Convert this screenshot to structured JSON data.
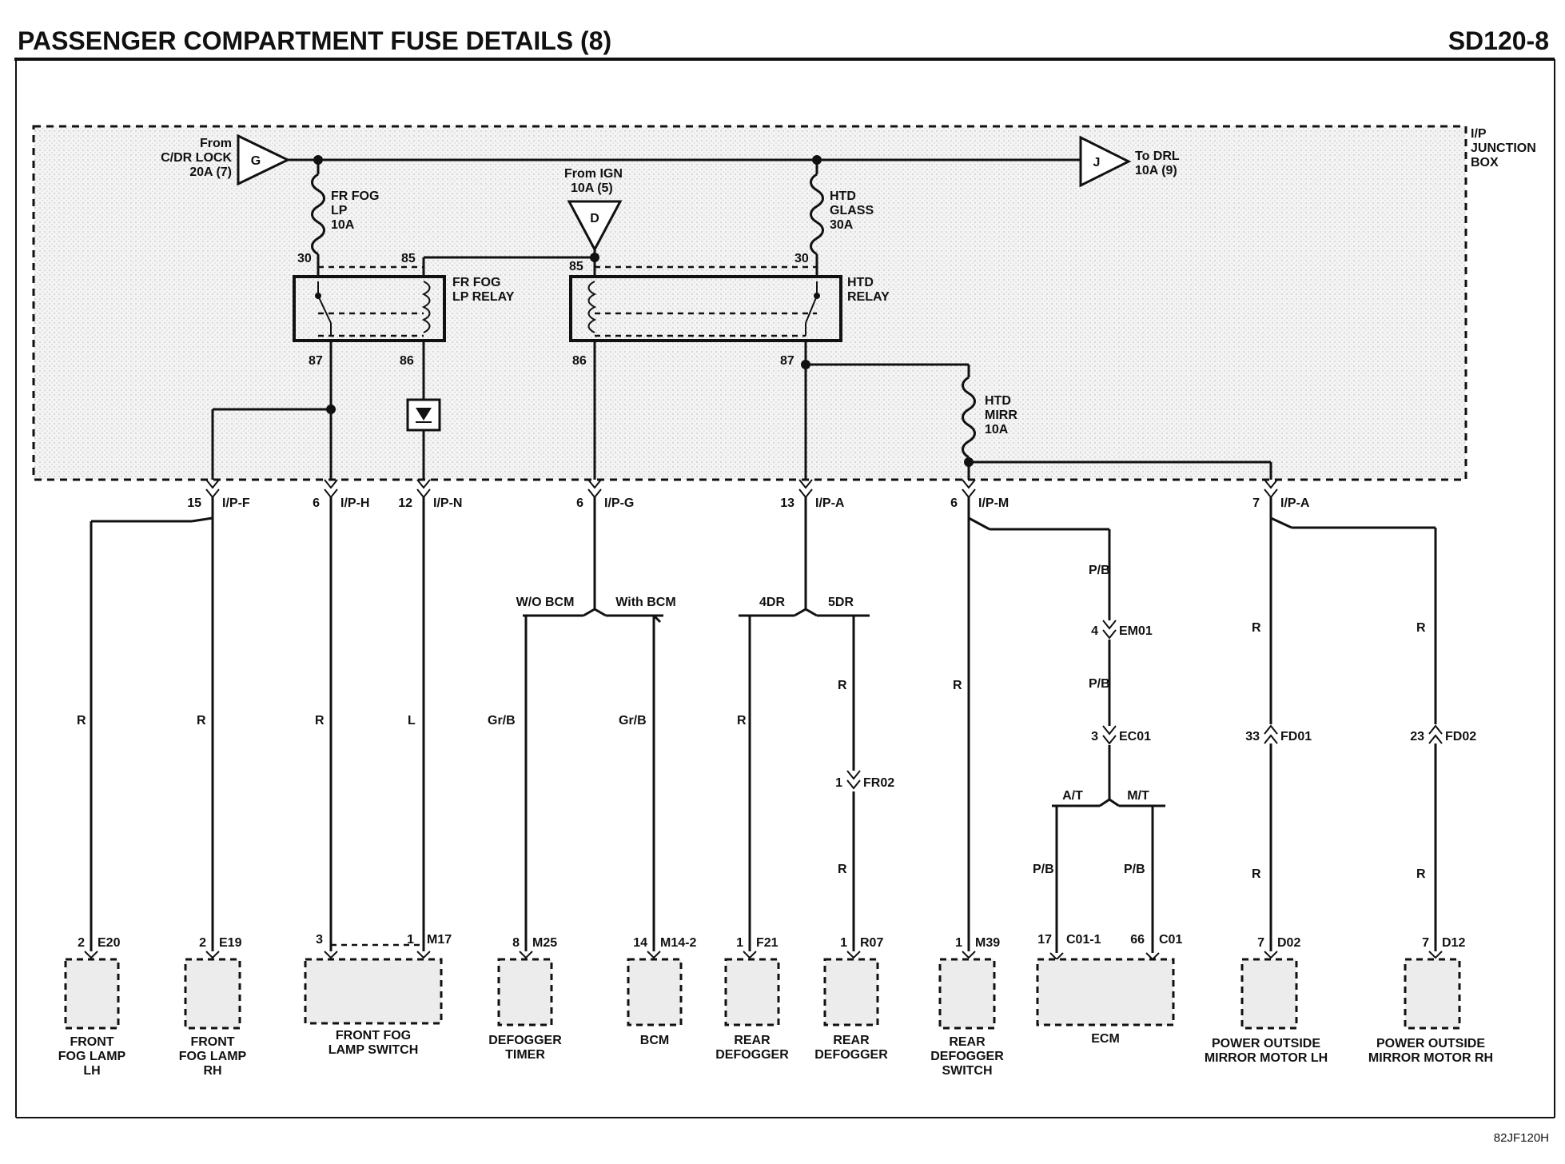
{
  "header": {
    "title": "PASSENGER COMPARTMENT FUSE DETAILS (8)",
    "page_code": "SD120-8"
  },
  "footer": {
    "code": "82JF120H"
  },
  "junction_box": {
    "label_l1": "I/P",
    "label_l2": "JUNCTION",
    "label_l3": "BOX"
  },
  "sources": {
    "g": {
      "letter": "G",
      "l1": "From",
      "l2": "C/DR LOCK",
      "l3": "20A (7)"
    },
    "j": {
      "letter": "J",
      "l1": "To DRL",
      "l2": "10A (9)"
    },
    "d": {
      "letter": "D",
      "l1": "From IGN",
      "l2": "10A (5)"
    }
  },
  "fuses": {
    "fr_fog": {
      "l1": "FR FOG",
      "l2": "LP",
      "l3": "10A"
    },
    "htd_glass": {
      "l1": "HTD",
      "l2": "GLASS",
      "l3": "30A"
    },
    "htd_mirr": {
      "l1": "HTD",
      "l2": "MIRR",
      "l3": "10A"
    }
  },
  "relays": {
    "fog": {
      "l1": "FR FOG",
      "l2": "LP RELAY",
      "p30": "30",
      "p85": "85",
      "p87": "87",
      "p86": "86"
    },
    "htd": {
      "l1": "HTD",
      "l2": "RELAY",
      "p85": "85",
      "p30": "30",
      "p86": "86",
      "p87": "87"
    }
  },
  "connectors": {
    "ipf": {
      "pin": "15",
      "name": "I/P-F"
    },
    "iph": {
      "pin": "6",
      "name": "I/P-H"
    },
    "ipn": {
      "pin": "12",
      "name": "I/P-N"
    },
    "ipg": {
      "pin": "6",
      "name": "I/P-G"
    },
    "ipa1": {
      "pin": "13",
      "name": "I/P-A"
    },
    "ipm": {
      "pin": "6",
      "name": "I/P-M"
    },
    "ipa2": {
      "pin": "7",
      "name": "I/P-A"
    },
    "em01": {
      "pin": "4",
      "name": "EM01"
    },
    "ec01": {
      "pin": "3",
      "name": "EC01"
    },
    "fr02": {
      "pin": "1",
      "name": "FR02"
    },
    "fd01": {
      "pin": "33",
      "name": "FD01"
    },
    "fd02": {
      "pin": "23",
      "name": "FD02"
    }
  },
  "splits": {
    "wo_bcm": "W/O BCM",
    "with_bcm": "With BCM",
    "dr4": "4DR",
    "dr5": "5DR",
    "at": "A/T",
    "mt": "M/T"
  },
  "wire_colors": {
    "r": "R",
    "l": "L",
    "grb": "Gr/B",
    "pb": "P/B"
  },
  "components": [
    {
      "pin": "2",
      "conn": "E20",
      "l1": "FRONT",
      "l2": "FOG LAMP",
      "l3": "LH"
    },
    {
      "pin": "2",
      "conn": "E19",
      "l1": "FRONT",
      "l2": "FOG LAMP",
      "l3": "RH"
    },
    {
      "pin": "3",
      "pin2": "1",
      "conn": "M17",
      "l1": "FRONT FOG",
      "l2": "LAMP SWITCH",
      "l3": ""
    },
    {
      "pin": "8",
      "conn": "M25",
      "l1": "DEFOGGER",
      "l2": "TIMER",
      "l3": ""
    },
    {
      "pin": "14",
      "conn": "M14-2",
      "l1": "BCM",
      "l2": "",
      "l3": ""
    },
    {
      "pin": "1",
      "conn": "F21",
      "l1": "REAR",
      "l2": "DEFOGGER",
      "l3": ""
    },
    {
      "pin": "1",
      "conn": "R07",
      "l1": "REAR",
      "l2": "DEFOGGER",
      "l3": ""
    },
    {
      "pin": "1",
      "conn": "M39",
      "l1": "REAR",
      "l2": "DEFOGGER",
      "l3": "SWITCH"
    },
    {
      "pin": "17",
      "conn": "C01-1",
      "pin2": "66",
      "conn2": "C01",
      "l1": "ECM",
      "l2": "",
      "l3": ""
    },
    {
      "pin": "7",
      "conn": "D02",
      "l1": "POWER OUTSIDE",
      "l2": "MIRROR MOTOR LH",
      "l3": ""
    },
    {
      "pin": "7",
      "conn": "D12",
      "l1": "POWER OUTSIDE",
      "l2": "MIRROR MOTOR RH",
      "l3": ""
    }
  ]
}
